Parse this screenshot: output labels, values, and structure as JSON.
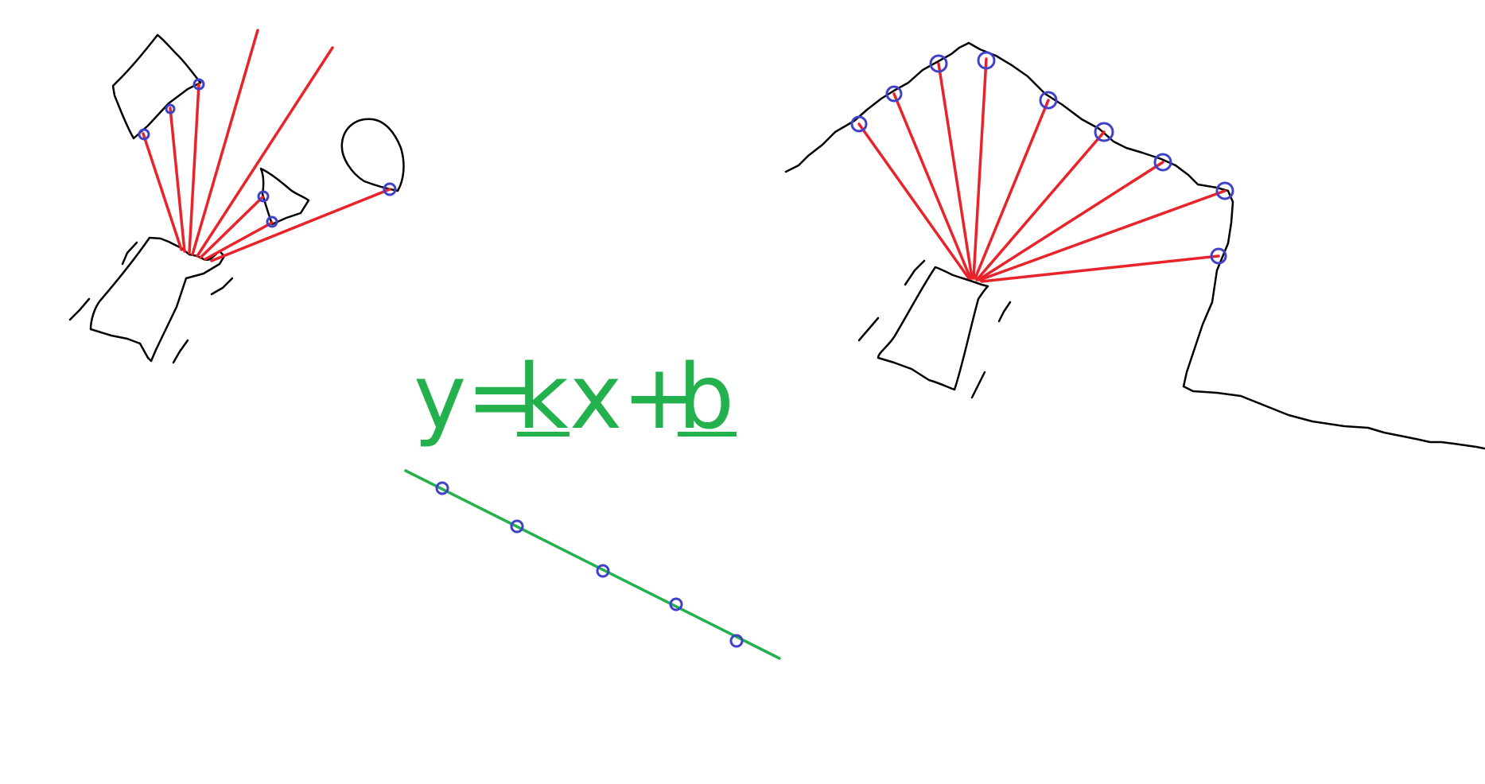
{
  "colors": {
    "sketch": "#000000",
    "ray": "#e8232a",
    "hit_point": "#4040c8",
    "fit": "#22b14c"
  },
  "equation": {
    "y": "y",
    "eq": "=",
    "k": "k",
    "x": "x",
    "plus": "+",
    "b": "b"
  }
}
